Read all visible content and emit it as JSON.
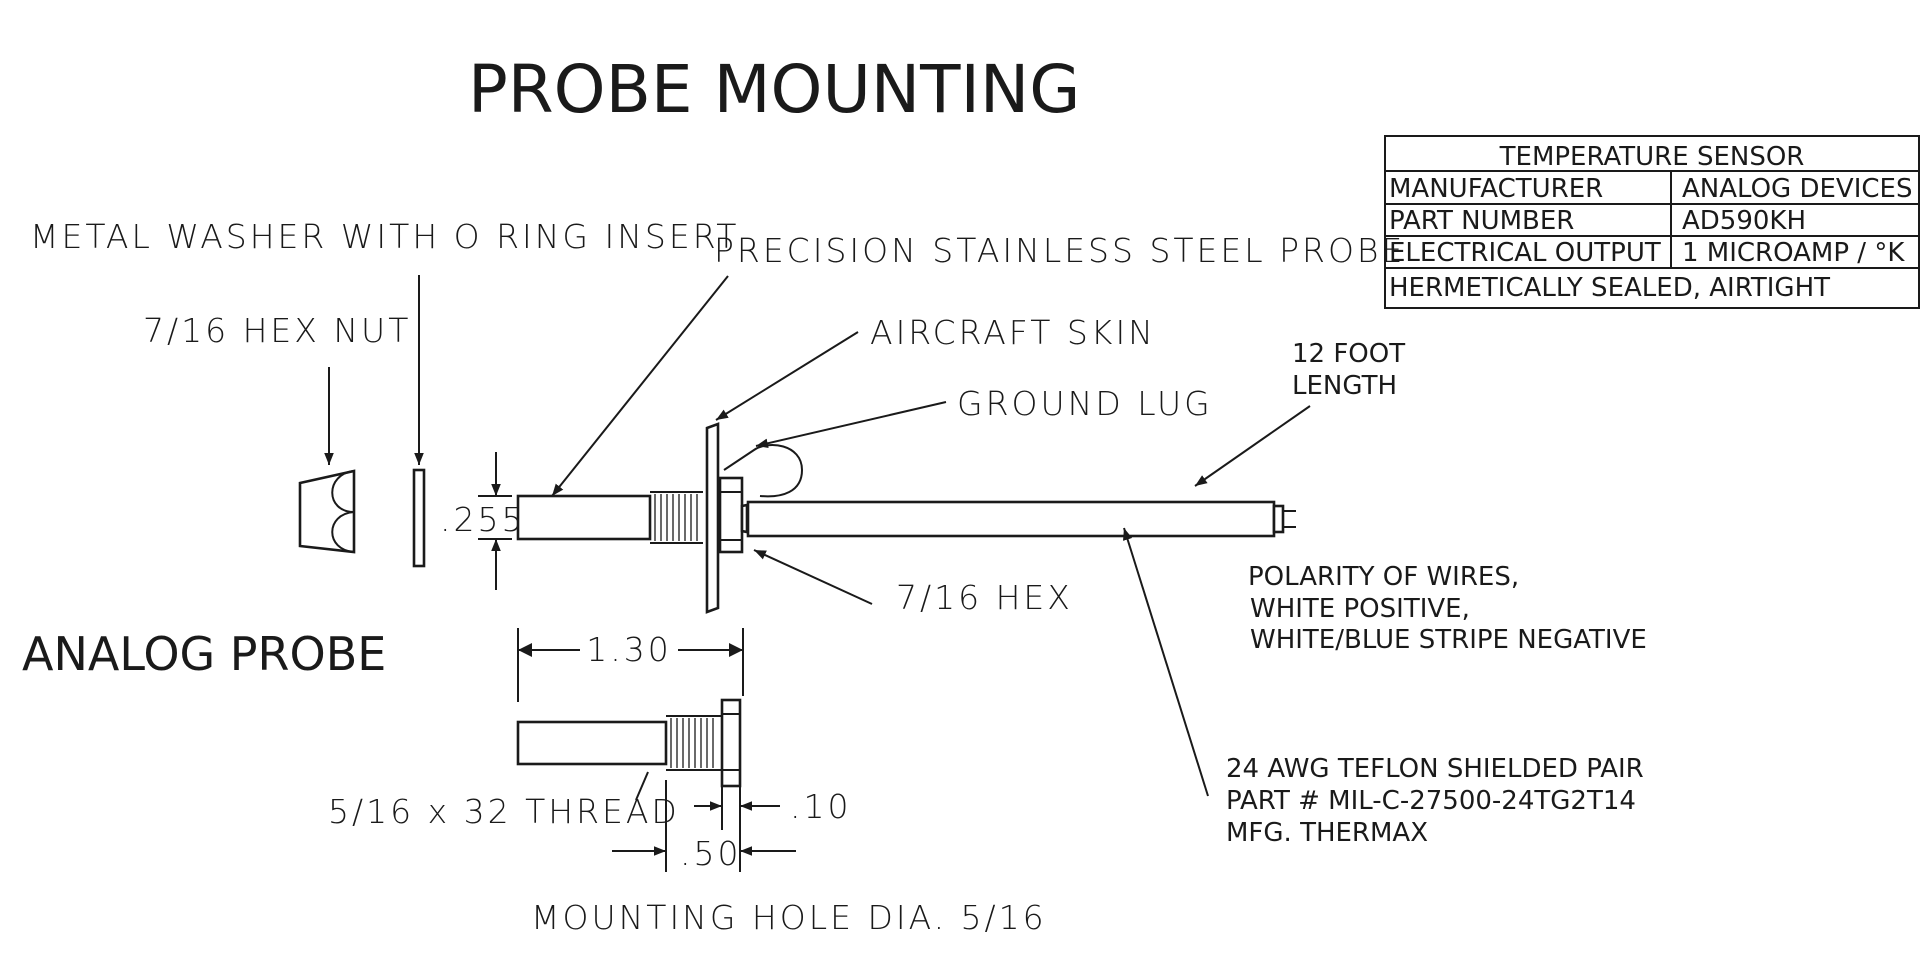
{
  "title": "PROBE MOUNTING",
  "subtitle": "ANALOG PROBE",
  "labels": {
    "washer": "METAL WASHER WITH O RING INSERT",
    "probe": "PRECISION STAINLESS STEEL PROBE",
    "hex_nut": "7/16 HEX NUT",
    "aircraft_skin": "AIRCRAFT SKIN",
    "ground_lug": "GROUND LUG",
    "length_line1": "12 FOOT",
    "length_line2": "LENGTH",
    "hex": "7/16 HEX",
    "thread": "5/16 x 32 THREAD",
    "mounting_hole": "MOUNTING HOLE DIA.  5/16"
  },
  "dimensions": {
    "diameter": ".255",
    "length": "1.30",
    "hex_thickness": ".10",
    "thread_length": ".50"
  },
  "notes": {
    "polarity": [
      "POLARITY OF WIRES,",
      "WHITE POSITIVE,",
      "WHITE/BLUE STRIPE NEGATIVE"
    ],
    "cable": [
      "24 AWG TEFLON SHIELDED PAIR",
      "PART # MIL-C-27500-24TG2T14",
      "MFG. THERMAX"
    ]
  },
  "spec_table": {
    "header": "TEMPERATURE SENSOR",
    "rows": [
      [
        "MANUFACTURER",
        "ANALOG DEVICES"
      ],
      [
        "PART NUMBER",
        "AD590KH"
      ],
      [
        "ELECTRICAL OUTPUT",
        "1 MICROAMP / °K"
      ]
    ],
    "footer": "HERMETICALLY SEALED, AIRTIGHT"
  }
}
